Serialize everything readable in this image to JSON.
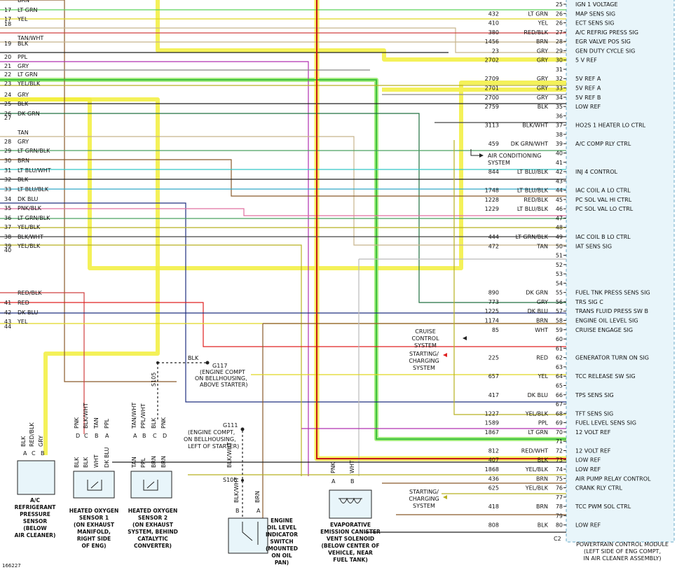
{
  "diagram_id": "166227",
  "pcm": {
    "title": [
      "POWERTRAIN CONTROL MODULE",
      "(LEFT SIDE OF ENG COMPT,",
      "IN AIR CLEANER ASSEMBLY)"
    ],
    "connector": "C2"
  },
  "left_rows": [
    {
      "num": "",
      "color": "BRN"
    },
    {
      "num": "17",
      "color": "LT GRN"
    },
    {
      "num": "17",
      "color": "YEL"
    },
    {
      "num": "18",
      "color": ""
    },
    {
      "num": "",
      "color": "TAN/WHT"
    },
    {
      "num": "19",
      "color": "BLK"
    },
    {
      "num": "20",
      "color": "PPL"
    },
    {
      "num": "21",
      "color": "GRY"
    },
    {
      "num": "22",
      "color": "LT GRN"
    },
    {
      "num": "23",
      "color": "YEL/BLK"
    },
    {
      "num": "24",
      "color": "GRY"
    },
    {
      "num": "25",
      "color": "BLK"
    },
    {
      "num": "26",
      "color": "DK GRN"
    },
    {
      "num": "27",
      "color": ""
    },
    {
      "num": "",
      "color": "TAN"
    },
    {
      "num": "28",
      "color": "GRY"
    },
    {
      "num": "29",
      "color": "LT GRN/BLK"
    },
    {
      "num": "30",
      "color": "BRN"
    },
    {
      "num": "31",
      "color": "LT BLU/WHT"
    },
    {
      "num": "32",
      "color": "BLK"
    },
    {
      "num": "33",
      "color": "LT BLU/BLK"
    },
    {
      "num": "34",
      "color": "DK BLU"
    },
    {
      "num": "35",
      "color": "PNK/BLK"
    },
    {
      "num": "36",
      "color": "LT GRN/BLK"
    },
    {
      "num": "37",
      "color": "YEL/BLK"
    },
    {
      "num": "38",
      "color": "BLK/WHT"
    },
    {
      "num": "39",
      "color": "YEL/BLK"
    },
    {
      "num": "40",
      "color": ""
    },
    {
      "num": "",
      "color": "RED/BLK"
    },
    {
      "num": "41",
      "color": "RED"
    },
    {
      "num": "42",
      "color": "DK BLU"
    },
    {
      "num": "43",
      "color": "YEL"
    },
    {
      "num": "44",
      "color": ""
    }
  ],
  "pcm_pins": [
    {
      "pin": "25",
      "circuit": "",
      "color": "",
      "func": "IGN 1 VOLTAGE"
    },
    {
      "pin": "26",
      "circuit": "432",
      "color": "LT GRN",
      "func": "MAP SENS SIG"
    },
    {
      "pin": "26",
      "circuit": "410",
      "color": "YEL",
      "func": "ECT SENS SIG"
    },
    {
      "pin": "27",
      "circuit": "380",
      "color": "RED/BLK",
      "func": "A/C REFRIG PRESS SIG"
    },
    {
      "pin": "28",
      "circuit": "1456",
      "color": "BRN",
      "func": "EGR VALVE POS SIG"
    },
    {
      "pin": "29",
      "circuit": "23",
      "color": "GRY",
      "func": "GEN DUTY CYCLE SIG"
    },
    {
      "pin": "30",
      "circuit": "2702",
      "color": "GRY",
      "func": "5 V REF"
    },
    {
      "pin": "31",
      "circuit": "",
      "color": "",
      "func": ""
    },
    {
      "pin": "32",
      "circuit": "2709",
      "color": "GRY",
      "func": "5V REF A"
    },
    {
      "pin": "33",
      "circuit": "2701",
      "color": "GRY",
      "func": "5V REF A"
    },
    {
      "pin": "34",
      "circuit": "2700",
      "color": "GRY",
      "func": "5V REF B"
    },
    {
      "pin": "35",
      "circuit": "2759",
      "color": "BLK",
      "func": "LOW REF"
    },
    {
      "pin": "36",
      "circuit": "",
      "color": "",
      "func": ""
    },
    {
      "pin": "37",
      "circuit": "3113",
      "color": "BLK/WHT",
      "func": "HO2S 1 HEATER LO CTRL"
    },
    {
      "pin": "38",
      "circuit": "",
      "color": "",
      "func": ""
    },
    {
      "pin": "39",
      "circuit": "459",
      "color": "DK GRN/WHT",
      "func": "A/C COMP RLY CTRL"
    },
    {
      "pin": "40",
      "circuit": "",
      "color": "",
      "func": ""
    },
    {
      "pin": "41",
      "circuit": "",
      "color": "",
      "func": ""
    },
    {
      "pin": "42",
      "circuit": "844",
      "color": "LT BLU/BLK",
      "func": "INJ 4 CONTROL"
    },
    {
      "pin": "43",
      "circuit": "",
      "color": "",
      "func": ""
    },
    {
      "pin": "44",
      "circuit": "1748",
      "color": "LT BLU/BLK",
      "func": "IAC COIL A LO CTRL"
    },
    {
      "pin": "45",
      "circuit": "1228",
      "color": "RED/BLK",
      "func": "PC SOL VAL HI CTRL"
    },
    {
      "pin": "46",
      "circuit": "1229",
      "color": "LT BLU/BLK",
      "func": "PC SOL VAL LO CTRL"
    },
    {
      "pin": "47",
      "circuit": "",
      "color": "",
      "func": ""
    },
    {
      "pin": "48",
      "circuit": "",
      "color": "",
      "func": ""
    },
    {
      "pin": "49",
      "circuit": "444",
      "color": "LT GRN/BLK",
      "func": "IAC COIL B LO CTRL"
    },
    {
      "pin": "50",
      "circuit": "472",
      "color": "TAN",
      "func": "IAT SENS SIG"
    },
    {
      "pin": "51",
      "circuit": "",
      "color": "",
      "func": ""
    },
    {
      "pin": "52",
      "circuit": "",
      "color": "",
      "func": ""
    },
    {
      "pin": "53",
      "circuit": "",
      "color": "",
      "func": ""
    },
    {
      "pin": "54",
      "circuit": "",
      "color": "",
      "func": ""
    },
    {
      "pin": "55",
      "circuit": "890",
      "color": "DK GRN",
      "func": "FUEL TNK PRESS SENS SIG"
    },
    {
      "pin": "56",
      "circuit": "773",
      "color": "GRY",
      "func": "TRS SIG C"
    },
    {
      "pin": "57",
      "circuit": "1225",
      "color": "DK BLU",
      "func": "TRANS FLUID PRESS SW B"
    },
    {
      "pin": "58",
      "circuit": "1174",
      "color": "BRN",
      "func": "ENGINE OIL LEVEL SIG"
    },
    {
      "pin": "59",
      "circuit": "85",
      "color": "WHT",
      "func": "CRUISE ENGAGE SIG"
    },
    {
      "pin": "60",
      "circuit": "",
      "color": "",
      "func": ""
    },
    {
      "pin": "61",
      "circuit": "",
      "color": "",
      "func": ""
    },
    {
      "pin": "62",
      "circuit": "225",
      "color": "RED",
      "func": "GENERATOR TURN ON SIG"
    },
    {
      "pin": "63",
      "circuit": "",
      "color": "",
      "func": ""
    },
    {
      "pin": "64",
      "circuit": "657",
      "color": "YEL",
      "func": "TCC RELEASE SW SIG"
    },
    {
      "pin": "65",
      "circuit": "",
      "color": "",
      "func": ""
    },
    {
      "pin": "66",
      "circuit": "417",
      "color": "DK BLU",
      "func": "TPS SENS SIG"
    },
    {
      "pin": "67",
      "circuit": "",
      "color": "",
      "func": ""
    },
    {
      "pin": "68",
      "circuit": "1227",
      "color": "YEL/BLK",
      "func": "TFT SENS SIG"
    },
    {
      "pin": "69",
      "circuit": "1589",
      "color": "PPL",
      "func": "FUEL LEVEL SENS SIG"
    },
    {
      "pin": "70",
      "circuit": "1867",
      "color": "LT GRN",
      "func": "12 VOLT REF"
    },
    {
      "pin": "71",
      "circuit": "",
      "color": "",
      "func": ""
    },
    {
      "pin": "72",
      "circuit": "812",
      "color": "RED/WHT",
      "func": "12 VOLT REF"
    },
    {
      "pin": "73",
      "circuit": "407",
      "color": "BLK",
      "func": "LOW REF"
    },
    {
      "pin": "74",
      "circuit": "1868",
      "color": "YEL/BLK",
      "func": "LOW REF"
    },
    {
      "pin": "75",
      "circuit": "436",
      "color": "BRN",
      "func": "AIR PUMP RELAY CONTROL"
    },
    {
      "pin": "76",
      "circuit": "625",
      "color": "YEL/BLK",
      "func": "CRANK RLY CTRL"
    },
    {
      "pin": "77",
      "circuit": "",
      "color": "",
      "func": ""
    },
    {
      "pin": "78",
      "circuit": "418",
      "color": "BRN",
      "func": "TCC PWM SOL CTRL"
    },
    {
      "pin": "79",
      "circuit": "",
      "color": "",
      "func": ""
    },
    {
      "pin": "80",
      "circuit": "808",
      "color": "BLK",
      "func": "LOW REF"
    }
  ],
  "callouts": {
    "ac_system": [
      "AIR CONDITIONING",
      "SYSTEM"
    ],
    "cruise": [
      "CRUISE",
      "CONTROL",
      "SYSTEM"
    ],
    "charging1": [
      "STARTING/",
      "CHARGING",
      "SYSTEM"
    ],
    "charging2": [
      "STARTING/",
      "CHARGING",
      "SYSTEM"
    ]
  },
  "grounds": {
    "g117": {
      "id": "G117",
      "wire": "BLK",
      "desc": [
        "(ENGINE COMPT",
        "ON BELLHOUSING,",
        "ABOVE STARTER)"
      ]
    },
    "g111": {
      "id": "G111",
      "desc": [
        "(ENGINE COMPT,",
        "ON BELLHOUSING,",
        "LEFT OF STARTER)"
      ]
    },
    "s105": "S105",
    "s106": "S106"
  },
  "components": [
    {
      "id": "ac",
      "pins": [
        "A",
        "C",
        "B"
      ],
      "pin_colors": [
        "BLK",
        "RED/BLK",
        "GRY"
      ],
      "name": [
        "A/C",
        "REFRIGERANT",
        "PRESSURE",
        "SENSOR",
        "(BELOW",
        "AIR CLEANER)"
      ]
    },
    {
      "id": "ho2s1",
      "pins": [
        "D",
        "C",
        "B",
        "A"
      ],
      "top_colors": [
        "PNK",
        "BLK/WHT",
        "TAN",
        "PPL"
      ],
      "bottom_colors": [
        "BLK",
        "BLK",
        "WHT",
        "DK BLU"
      ],
      "name": [
        "HEATED OXYGEN",
        "SENSOR 1",
        "(ON EXHAUST",
        "MANIFOLD,",
        "RIGHT SIDE",
        "OF ENG)"
      ]
    },
    {
      "id": "ho2s2",
      "pins": [
        "A",
        "B",
        "C",
        "D"
      ],
      "top_colors": [
        "TAN/WHT",
        "PPL/WHT",
        "BLK",
        "PNK"
      ],
      "bottom_colors": [
        "TAN",
        "PPL",
        "BRN",
        "BRN"
      ],
      "name": [
        "HEATED OXYGEN",
        "SENSOR 2",
        "(ON EXHAUST",
        "SYSTEM, BEHIND",
        "CATALYTIC",
        "CONVERTER)"
      ]
    },
    {
      "id": "oil",
      "pins": [
        "B",
        "A"
      ],
      "pin_colors": [
        "BLK/WHT",
        "BRN"
      ],
      "upper_wire": "BLK/WHT",
      "name": [
        "ENGINE",
        "OIL LEVEL",
        "INDICATOR",
        "SWITCH",
        "(MOUNTED",
        "ON OIL",
        "PAN)"
      ]
    },
    {
      "id": "evap",
      "pins": [
        "A",
        "B"
      ],
      "pin_colors": [
        "PNK",
        "WHT"
      ],
      "name": [
        "EVAPORATIVE",
        "EMISSION CANISTER",
        "VENT SOLENOID",
        "(BELOW CENTER OF",
        "VEHICLE, NEAR",
        "FUEL TANK)"
      ]
    }
  ],
  "colors": {
    "highlight_yellow": "#f2ee3c",
    "highlight_green": "#46d62a",
    "highlight_red": "#e12020",
    "pcm_fill": "#e8f5fa",
    "pcm_border": "#6aaac8"
  }
}
